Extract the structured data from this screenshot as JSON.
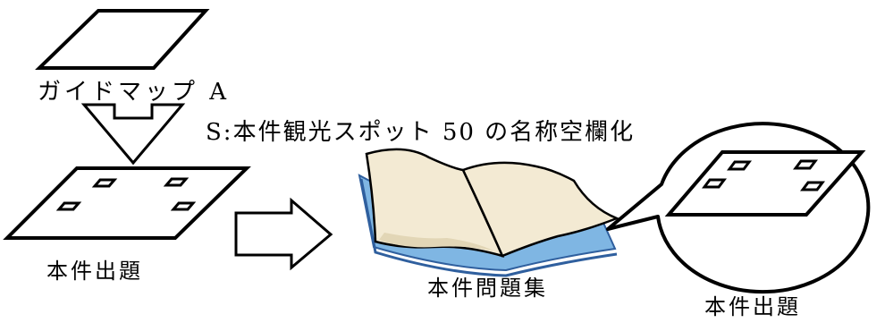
{
  "labels": {
    "guide_map": "ガイドマップ A",
    "step_description": "S:本件観光スポット 50 の名称空欄化",
    "question_left": "本件出題",
    "problem_collection": "本件問題集",
    "question_zoom": "本件出題"
  },
  "colors": {
    "stroke": "#000000",
    "page_fill": "#f3ead3",
    "page_shadow": "#e2d6b6",
    "cover_blue": "#7fb6e3",
    "cover_blue_dark": "#2f5f9e"
  },
  "icons": {
    "guide_map": "blank-map-parallelogram",
    "down_arrow": "hollow-down-arrow",
    "right_arrow": "hollow-right-arrow",
    "book": "open-book-icon",
    "magnifier": "speech-bubble-zoom"
  }
}
